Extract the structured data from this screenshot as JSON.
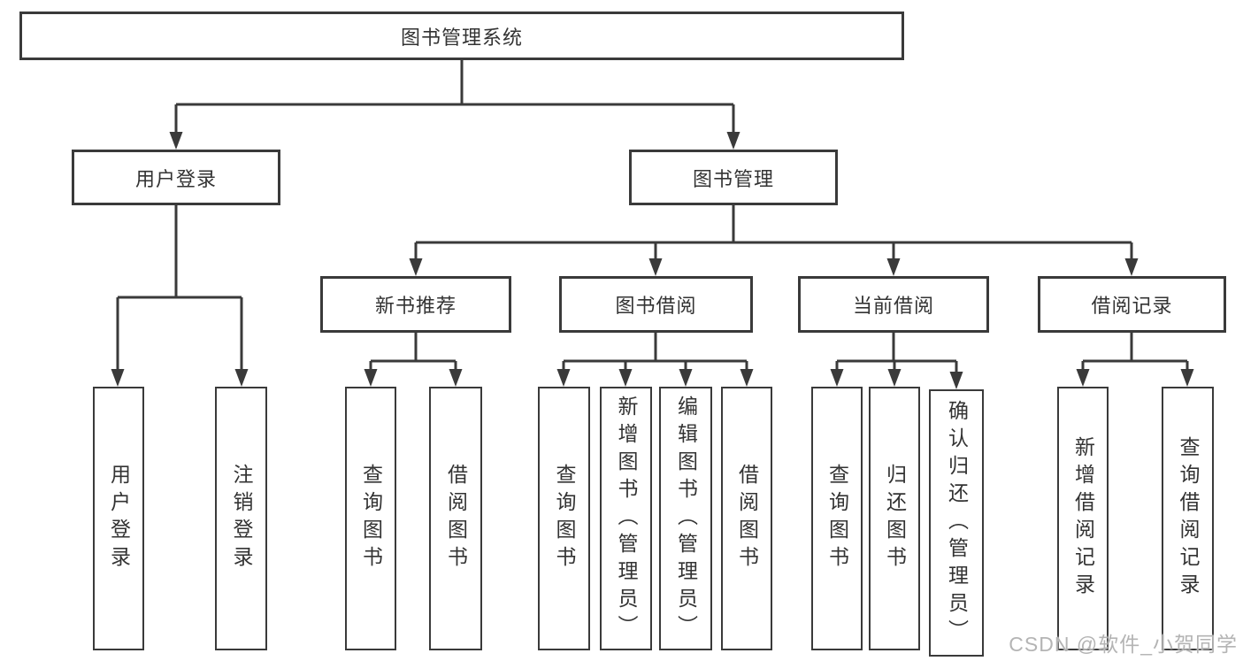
{
  "diagram_title": "图书管理系统",
  "nodes": {
    "root": {
      "label": "图书管理系统"
    },
    "level2": [
      {
        "label": "用户登录"
      },
      {
        "label": "图书管理"
      }
    ],
    "level3": [
      {
        "label": "新书推荐",
        "parent": "图书管理"
      },
      {
        "label": "图书借阅",
        "parent": "图书管理"
      },
      {
        "label": "当前借阅",
        "parent": "图书管理"
      },
      {
        "label": "借阅记录",
        "parent": "图书管理"
      }
    ],
    "leaves": [
      {
        "label": "用户登录",
        "parent": "用户登录"
      },
      {
        "label": "注销登录",
        "parent": "用户登录"
      },
      {
        "label": "查询图书",
        "parent": "新书推荐"
      },
      {
        "label": "借阅图书",
        "parent": "新书推荐"
      },
      {
        "label": "查询图书",
        "parent": "图书借阅"
      },
      {
        "label": "新增图书（管理员）",
        "parent": "图书借阅"
      },
      {
        "label": "编辑图书（管理员）",
        "parent": "图书借阅"
      },
      {
        "label": "借阅图书",
        "parent": "图书借阅"
      },
      {
        "label": "查询图书",
        "parent": "当前借阅"
      },
      {
        "label": "归还图书",
        "parent": "当前借阅"
      },
      {
        "label": "确认归还（管理员）",
        "parent": "当前借阅"
      },
      {
        "label": "新增借阅记录",
        "parent": "借阅记录"
      },
      {
        "label": "查询借阅记录",
        "parent": "借阅记录"
      }
    ]
  },
  "watermark": {
    "text": "CSDN @软件_小贺同学"
  },
  "colors": {
    "line": "#3a3a3a",
    "text": "#333333",
    "background": "#ffffff",
    "watermark": "#b4b4b4"
  }
}
